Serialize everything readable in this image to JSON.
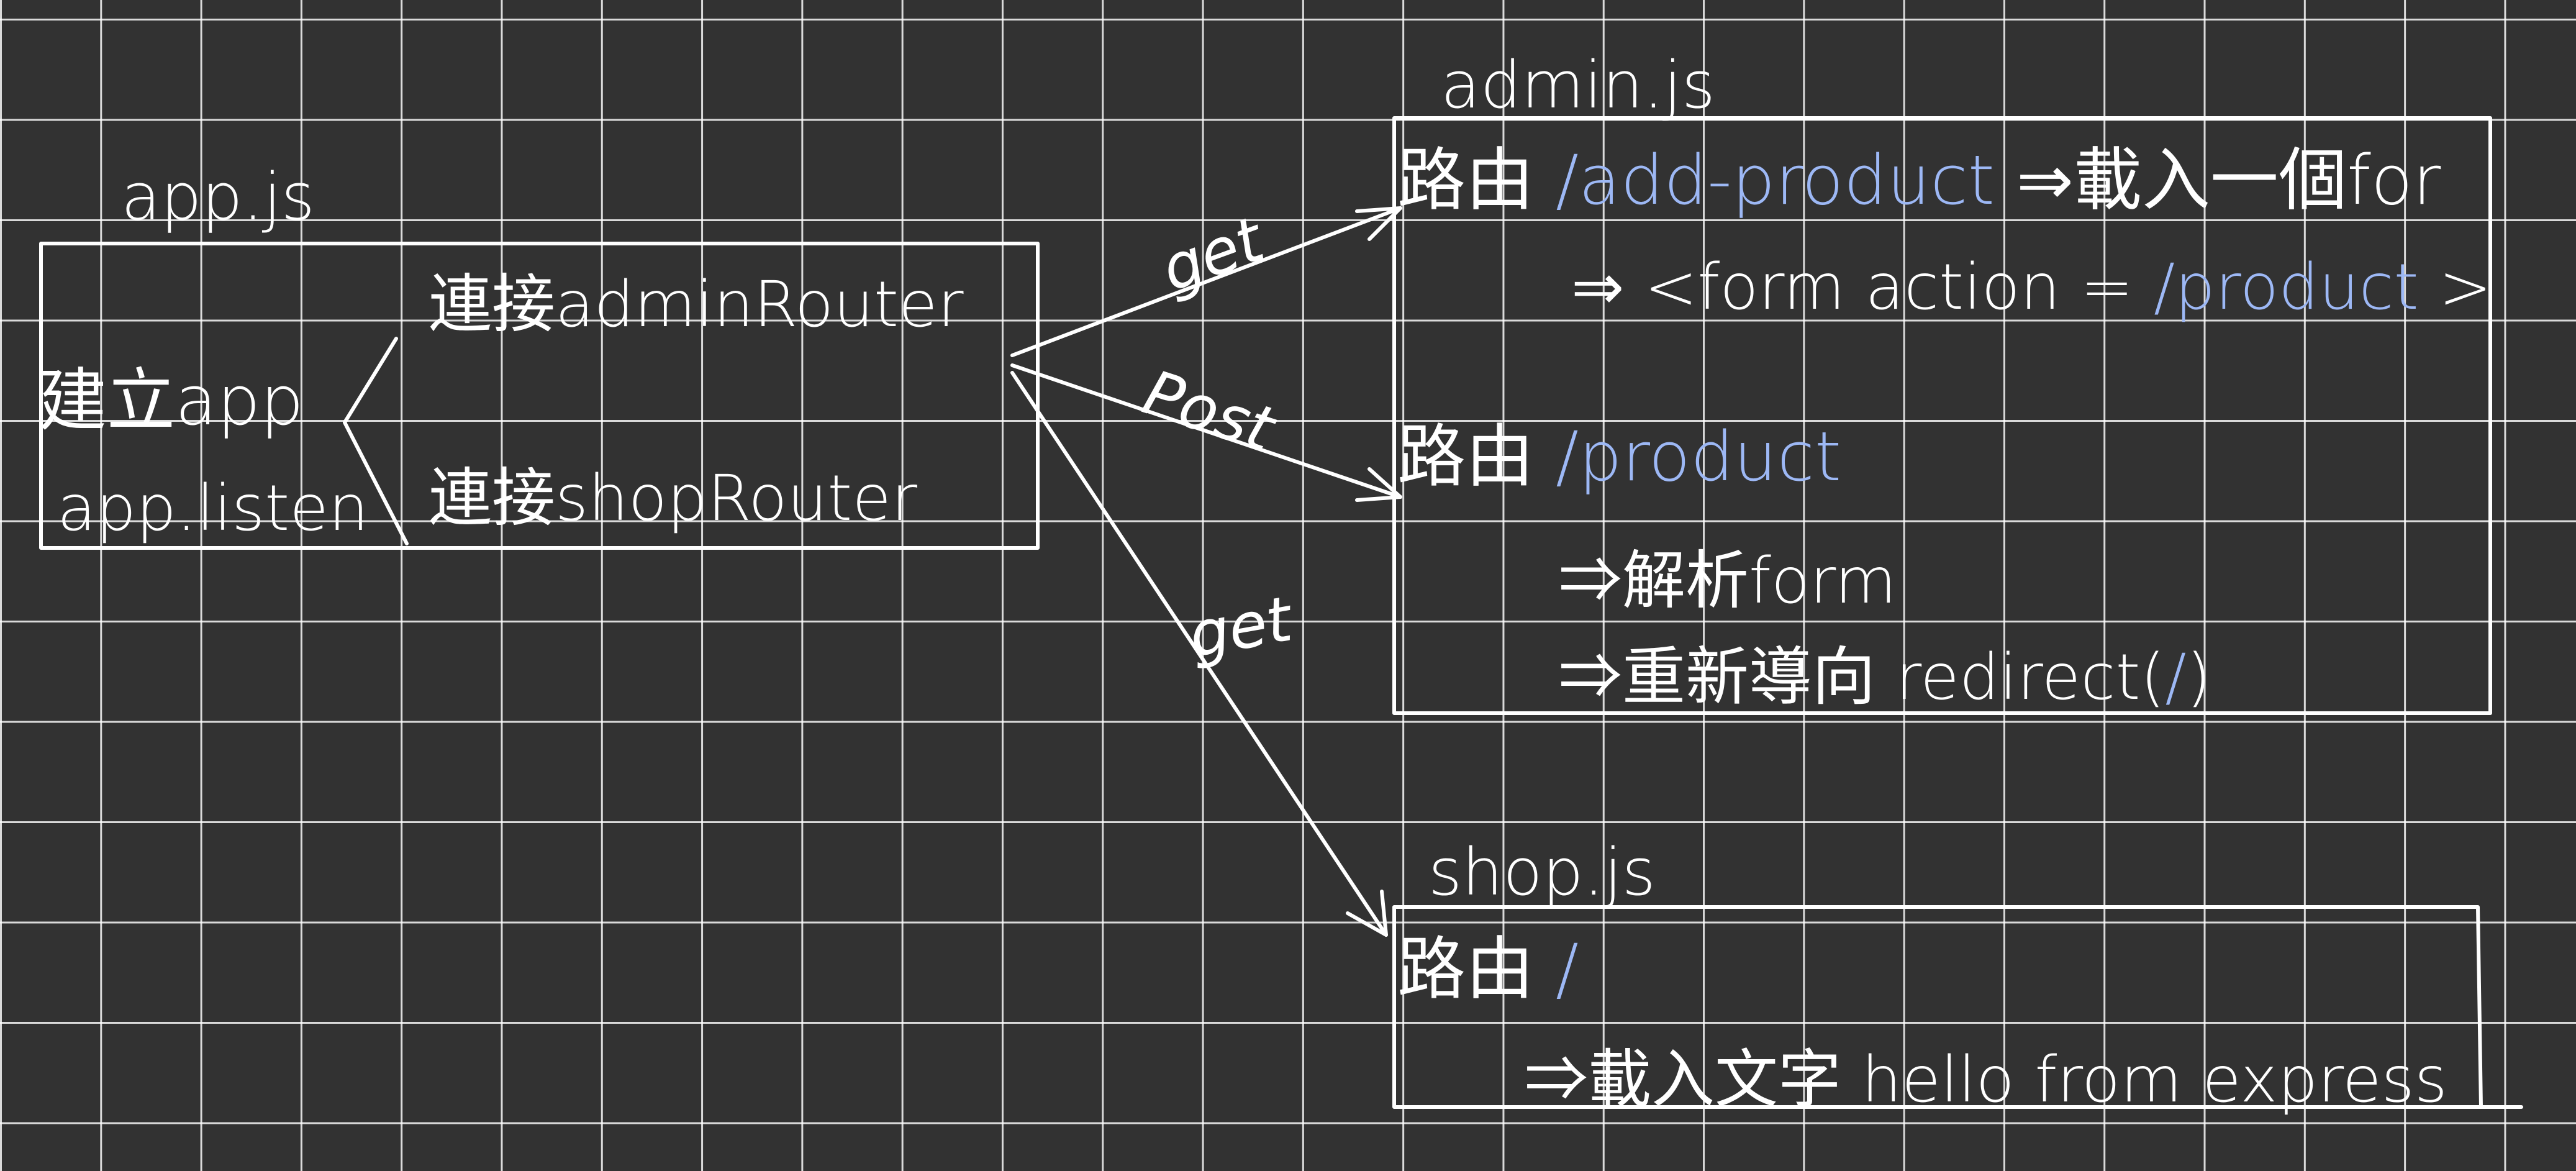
{
  "app_file": {
    "title": "app.js",
    "create_app": "建立app",
    "listen": "app.listen",
    "connect_admin": "連接adminRouter",
    "connect_shop": "連接shopRouter"
  },
  "edges": {
    "get_admin": "get",
    "post_product": "Post",
    "get_shop": "get"
  },
  "admin_file": {
    "title": "admin.js",
    "route1_prefix": "路由",
    "route1_path": "/add-product",
    "route1_action": "⇒載入一個for",
    "form_prefix": "⇒ <form action =",
    "form_action": "/product",
    "form_suffix": ">",
    "route2_prefix": "路由",
    "route2_path": "/product",
    "parse_form": "⇒解析form",
    "redirect_prefix": "⇒重新導向 redirect(",
    "redirect_path": "/",
    "redirect_suffix": ")"
  },
  "shop_file": {
    "title": "shop.js",
    "route_prefix": "路由",
    "route_path": "/",
    "load_text": "⇒載入文字 hello from express"
  },
  "colors": {
    "background": "#323232",
    "grid": "#ffffff",
    "ink": "#ffffff",
    "route_highlight": "#9db8f5"
  }
}
